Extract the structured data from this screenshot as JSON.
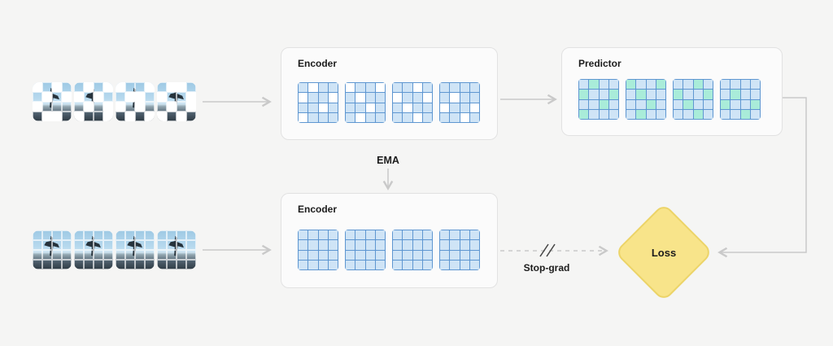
{
  "labels": {
    "encoder_top": "Encoder",
    "predictor": "Predictor",
    "encoder_bottom": "Encoder",
    "ema": "EMA",
    "stop_grad": "Stop-grad",
    "loss": "Loss"
  },
  "colors": {
    "background": "#f5f5f4",
    "box_fill": "#fbfbfb",
    "box_border": "#e2e2e2",
    "grid_border": "#5f97d1",
    "cell_blue": "#cfe4f6",
    "cell_white": "#ffffff",
    "cell_green": "#a9ecd9",
    "arrow": "#c9c9c9",
    "slash": "#444444",
    "loss_fill": "#f8e48a",
    "loss_border": "#ecd468",
    "text": "#1c1c1c"
  },
  "grids": {
    "top_encoder": [
      [
        1,
        0,
        1,
        1,
        0,
        1,
        1,
        0,
        1,
        1,
        0,
        1,
        0,
        1,
        1,
        1
      ],
      [
        0,
        1,
        1,
        0,
        1,
        0,
        1,
        1,
        1,
        1,
        0,
        1,
        1,
        0,
        1,
        1
      ],
      [
        1,
        1,
        0,
        1,
        0,
        1,
        1,
        0,
        1,
        0,
        1,
        1,
        1,
        1,
        0,
        1
      ],
      [
        1,
        1,
        1,
        1,
        1,
        0,
        1,
        1,
        0,
        1,
        1,
        0,
        1,
        1,
        0,
        1
      ]
    ],
    "predictor": [
      [
        1,
        2,
        1,
        1,
        2,
        1,
        1,
        2,
        1,
        1,
        2,
        1,
        2,
        1,
        1,
        1
      ],
      [
        2,
        1,
        1,
        2,
        1,
        2,
        1,
        1,
        1,
        1,
        2,
        1,
        1,
        2,
        1,
        1
      ],
      [
        1,
        1,
        2,
        1,
        2,
        1,
        1,
        2,
        1,
        2,
        1,
        1,
        1,
        1,
        2,
        1
      ],
      [
        1,
        1,
        1,
        1,
        1,
        2,
        1,
        1,
        2,
        1,
        1,
        2,
        1,
        1,
        2,
        1
      ]
    ],
    "bottom_encoder": [
      [
        1,
        1,
        1,
        1,
        1,
        1,
        1,
        1,
        1,
        1,
        1,
        1,
        1,
        1,
        1,
        1
      ],
      [
        1,
        1,
        1,
        1,
        1,
        1,
        1,
        1,
        1,
        1,
        1,
        1,
        1,
        1,
        1,
        1
      ],
      [
        1,
        1,
        1,
        1,
        1,
        1,
        1,
        1,
        1,
        1,
        1,
        1,
        1,
        1,
        1,
        1
      ],
      [
        1,
        1,
        1,
        1,
        1,
        1,
        1,
        1,
        1,
        1,
        1,
        1,
        1,
        1,
        1,
        1
      ]
    ]
  },
  "thumbnails": {
    "top_masks": [
      [
        0,
        1,
        0,
        1,
        1,
        0,
        1,
        0,
        0,
        1,
        1,
        1,
        1,
        0,
        0,
        1
      ],
      [
        1,
        0,
        1,
        0,
        0,
        1,
        0,
        1,
        1,
        0,
        1,
        0,
        0,
        1,
        1,
        0
      ],
      [
        0,
        1,
        1,
        0,
        1,
        0,
        0,
        1,
        0,
        1,
        0,
        1,
        1,
        0,
        1,
        0
      ],
      [
        1,
        0,
        0,
        1,
        0,
        1,
        1,
        0,
        1,
        0,
        1,
        0,
        0,
        1,
        0,
        1
      ]
    ],
    "bottom_masks": [
      [
        1,
        1,
        1,
        1,
        1,
        1,
        1,
        1,
        1,
        1,
        1,
        1,
        1,
        1,
        1,
        1
      ],
      [
        1,
        1,
        1,
        1,
        1,
        1,
        1,
        1,
        1,
        1,
        1,
        1,
        1,
        1,
        1,
        1
      ],
      [
        1,
        1,
        1,
        1,
        1,
        1,
        1,
        1,
        1,
        1,
        1,
        1,
        1,
        1,
        1,
        1
      ],
      [
        1,
        1,
        1,
        1,
        1,
        1,
        1,
        1,
        1,
        1,
        1,
        1,
        1,
        1,
        1,
        1
      ]
    ]
  }
}
